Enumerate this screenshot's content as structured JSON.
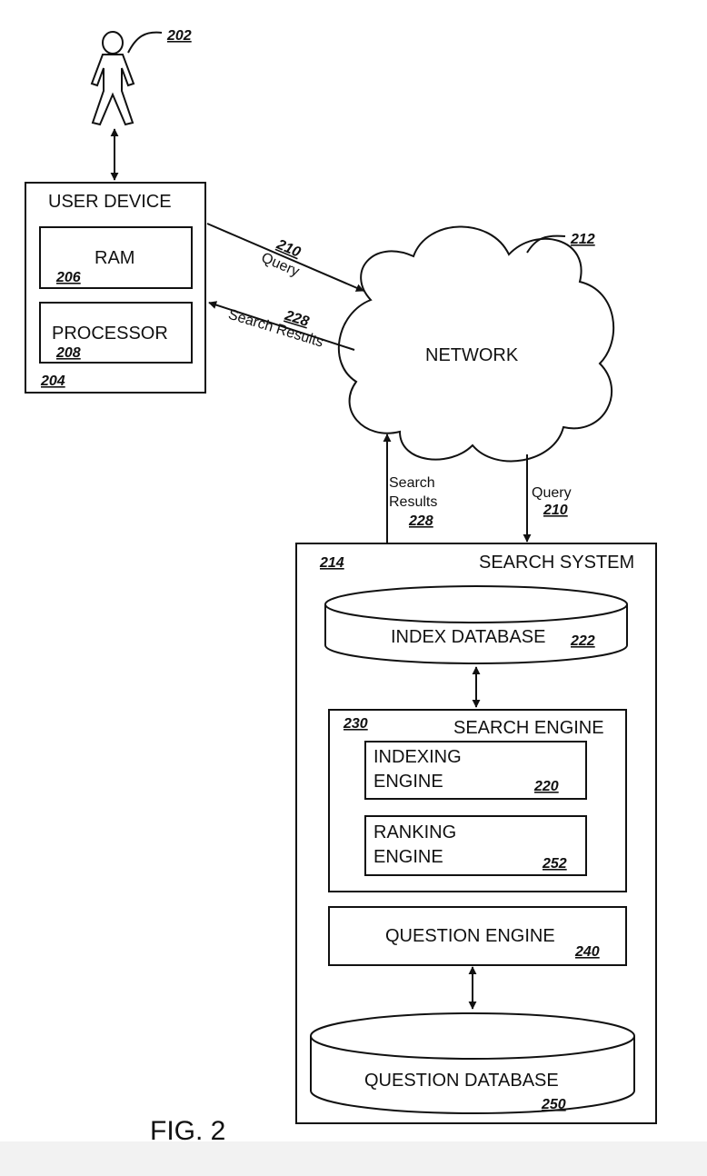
{
  "person": {
    "ref": "202"
  },
  "user_device": {
    "title": "USER DEVICE",
    "ref": "204",
    "ram": {
      "label": "RAM",
      "ref": "206"
    },
    "processor": {
      "label": "PROCESSOR",
      "ref": "208"
    }
  },
  "network": {
    "label": "NETWORK",
    "ref": "212"
  },
  "query_to_network": {
    "ref": "210",
    "label": "Query"
  },
  "results_to_device": {
    "ref": "228",
    "label": "Search Results"
  },
  "results_from_system": {
    "line1": "Search",
    "line2": "Results",
    "ref": "228"
  },
  "query_to_system": {
    "label": "Query",
    "ref": "210"
  },
  "search_system": {
    "title": "SEARCH SYSTEM",
    "ref": "214",
    "index_db": {
      "label": "INDEX DATABASE",
      "ref": "222"
    },
    "search_engine": {
      "title": "SEARCH ENGINE",
      "ref": "230",
      "indexing": {
        "line1": "INDEXING",
        "line2": "ENGINE",
        "ref": "220"
      },
      "ranking": {
        "line1": "RANKING",
        "line2": "ENGINE",
        "ref": "252"
      }
    },
    "question_engine": {
      "label": "QUESTION ENGINE",
      "ref": "240"
    },
    "question_db": {
      "label": "QUESTION DATABASE",
      "ref": "250"
    }
  },
  "figure_label": "FIG. 2"
}
